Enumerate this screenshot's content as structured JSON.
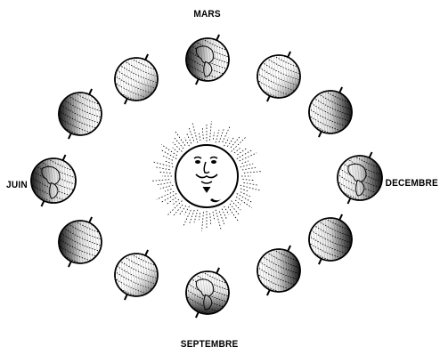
{
  "labels": {
    "mars": "MARS",
    "juin": "JUIN",
    "decembre": "DECEMBRE",
    "septembre": "SEPTEMBRE"
  },
  "colors": {
    "ink": "#000000",
    "paper": "#ffffff",
    "shade": "#3a3a3a"
  },
  "icons": {
    "sun": "sun-face-icon",
    "globe": "earth-globe-icon"
  }
}
